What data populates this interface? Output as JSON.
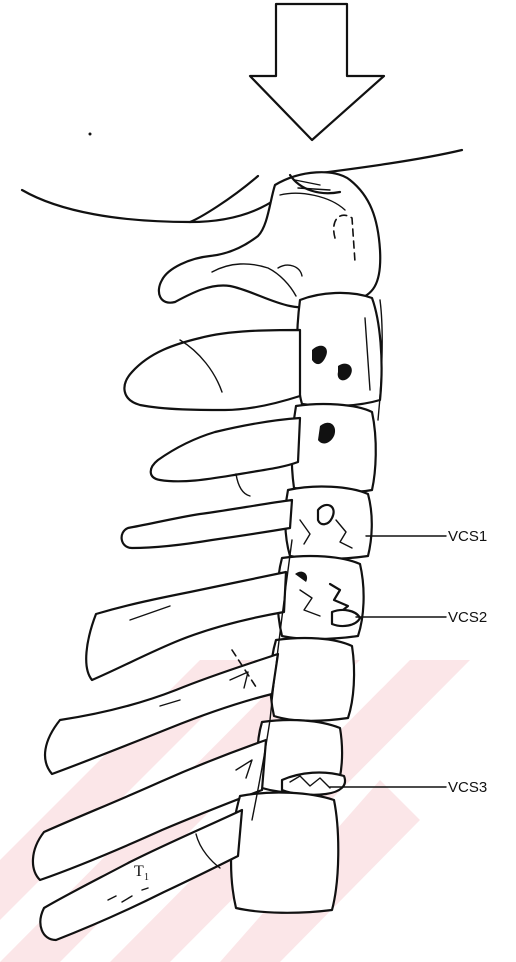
{
  "labels": {
    "vcs1": "VCS1",
    "vcs2": "VCS2",
    "vcs3": "VCS3",
    "t1_main": "T",
    "t1_sub": "1"
  },
  "colors": {
    "ink": "#111111",
    "background": "#ffffff",
    "watermark": "#f6c3c8"
  },
  "icons": {
    "force_arrow": "down-arrow-icon"
  }
}
